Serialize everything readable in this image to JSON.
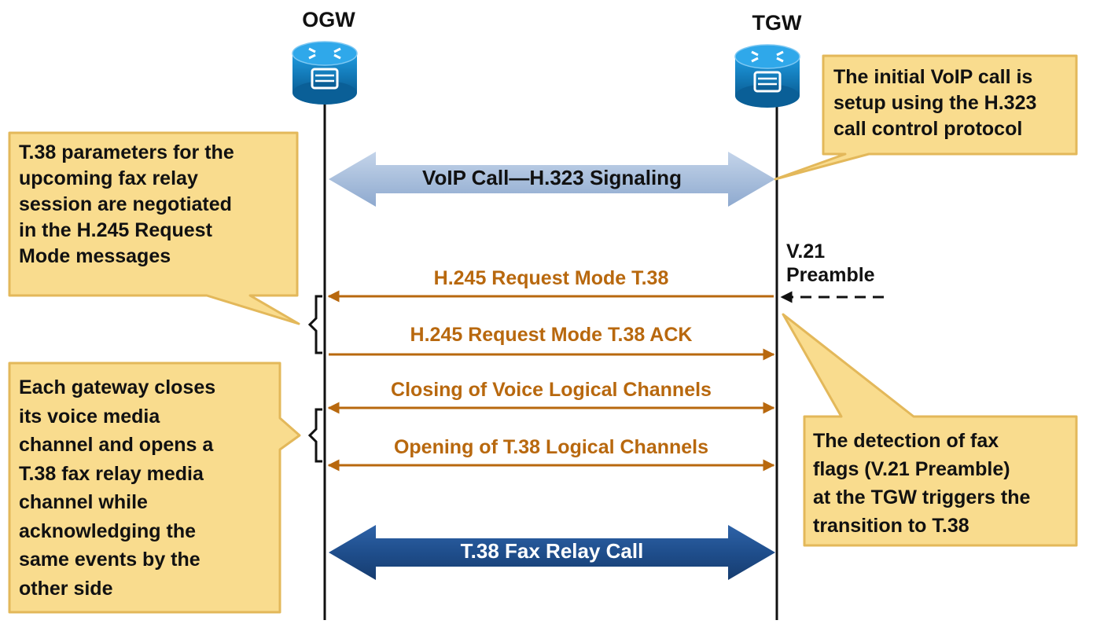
{
  "gateways": {
    "ogw": {
      "label": "OGW"
    },
    "tgw": {
      "label": "TGW"
    }
  },
  "bars": {
    "voip": {
      "label": "VoIP Call—H.323  Signaling",
      "color": "#a9bfdc",
      "text_color": "#111111"
    },
    "fax": {
      "label": "T.38 Fax Relay Call",
      "color": "#1f4e8c",
      "text_color": "#ffffff"
    }
  },
  "messages": [
    {
      "label": "H.245 Request Mode T.38",
      "direction": "tgw-to-ogw"
    },
    {
      "label": "H.245 Request Mode T.38 ACK",
      "direction": "ogw-to-tgw"
    },
    {
      "label": "Closing  of Voice Logical Channels",
      "direction": "both"
    },
    {
      "label": "Opening of T.38 Logical Channels",
      "direction": "both"
    }
  ],
  "v21": {
    "line1": "V.21",
    "line2": "Preamble"
  },
  "callouts": {
    "initial": {
      "lines": [
        "The initial VoIP call is",
        "setup using the H.323",
        "call control protocol"
      ]
    },
    "params": {
      "lines": [
        "T.38 parameters for the",
        "upcoming  fax relay",
        "session are negotiated",
        "in the H.245 Request",
        "Mode messages"
      ]
    },
    "closes": {
      "lines": [
        "Each gateway closes",
        "its voice media",
        "channel and opens a",
        "T.38 fax relay media",
        "channel while",
        "acknowledging  the",
        "same events by the",
        "other side"
      ]
    },
    "detect": {
      "lines": [
        "The detection of fax",
        "flags (V.21 Preamble)",
        "at the TGW triggers the",
        "transition to T.38"
      ]
    }
  },
  "colors": {
    "callout_fill": "#f9dc8e",
    "callout_border": "#e3b85a",
    "message_arrow": "#b8680e",
    "router_body": "#0d7fc2"
  }
}
